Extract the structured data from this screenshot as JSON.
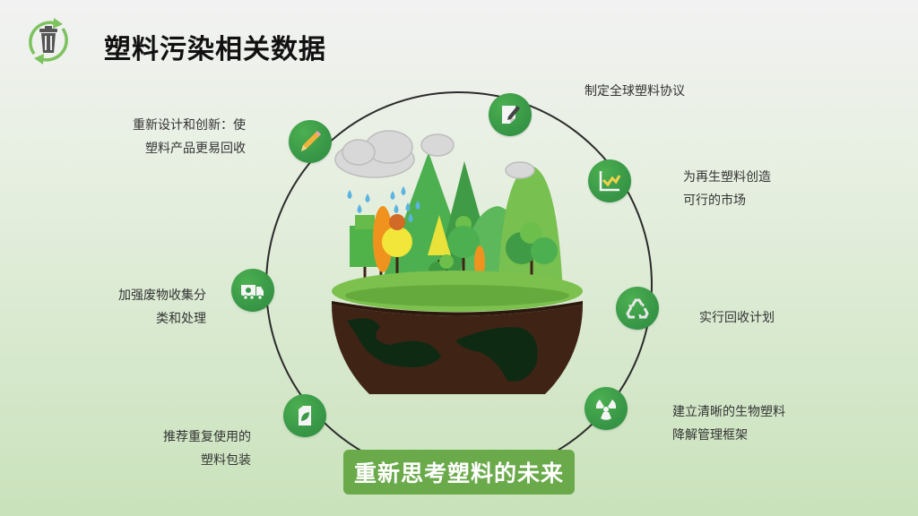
{
  "header": {
    "title": "塑料污染相关数据",
    "icon": "recycle-trash-icon"
  },
  "colors": {
    "node_green": "#3a9a48",
    "banner_green": "#6aaa4a",
    "ring_line": "#2b2b2b",
    "soil_brown": "#3f2416",
    "grass_green": "#7cc04e",
    "title_arrow_green": "#7cc25e"
  },
  "items": [
    {
      "id": "redesign",
      "icon": "pencil-icon",
      "lines": [
        "重新设计和创新：使",
        "塑料产品更易回收"
      ]
    },
    {
      "id": "global-agreement",
      "icon": "document-edit-icon",
      "lines": [
        "制定全球塑料协议"
      ]
    },
    {
      "id": "recycled-market",
      "icon": "line-chart-icon",
      "lines": [
        "为再生塑料创造",
        "可行的市场"
      ]
    },
    {
      "id": "recycling-plan",
      "icon": "recycle-icon",
      "lines": [
        "实行回收计划"
      ]
    },
    {
      "id": "biodegradable",
      "icon": "radiation-icon",
      "lines": [
        "建立清晰的生物塑料",
        "降解管理框架"
      ]
    },
    {
      "id": "waste-collection",
      "icon": "garbage-truck-icon",
      "lines": [
        "加强废物收集分",
        "类和处理"
      ]
    },
    {
      "id": "reusable-packaging",
      "icon": "eco-bottle-icon",
      "lines": [
        "推荐重复使用的",
        "塑料包装"
      ]
    }
  ],
  "banner": {
    "text": "重新思考塑料的未来"
  },
  "illustration": {
    "name": "earth-hemisphere-with-forest-and-rain-cloud"
  }
}
